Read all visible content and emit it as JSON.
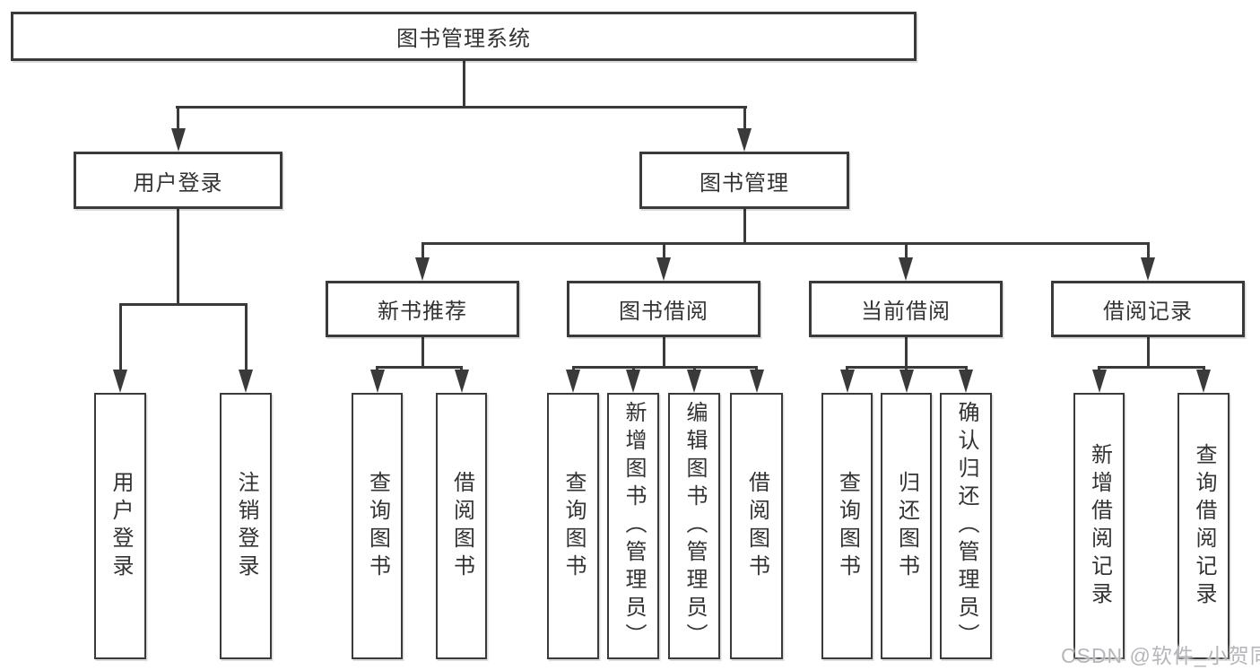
{
  "tree": {
    "root": {
      "label": "图书管理系统"
    },
    "user_login": {
      "label": "用户登录",
      "children": [
        {
          "label": "用户登录"
        },
        {
          "label": "注销登录"
        }
      ]
    },
    "book_mgmt": {
      "label": "图书管理",
      "sections": [
        {
          "label": "新书推荐",
          "children": [
            {
              "label": "查询图书"
            },
            {
              "label": "借阅图书"
            }
          ]
        },
        {
          "label": "图书借阅",
          "children": [
            {
              "label": "查询图书"
            },
            {
              "label": "新增图书（管理员）"
            },
            {
              "label": "编辑图书（管理员）"
            },
            {
              "label": "借阅图书"
            }
          ]
        },
        {
          "label": "当前借阅",
          "children": [
            {
              "label": "查询图书"
            },
            {
              "label": "归还图书"
            },
            {
              "label": "确认归还（管理员）"
            }
          ]
        },
        {
          "label": "借阅记录",
          "children": [
            {
              "label": "新增借阅记录"
            },
            {
              "label": "查询借阅记录"
            }
          ]
        }
      ]
    }
  },
  "watermark": {
    "text": "CSDN @软件_小贺同学",
    "color": "#b4b6ba"
  },
  "colors": {
    "line": "#3a3a3a",
    "text": "#333333",
    "box_background": "#ffffff"
  }
}
